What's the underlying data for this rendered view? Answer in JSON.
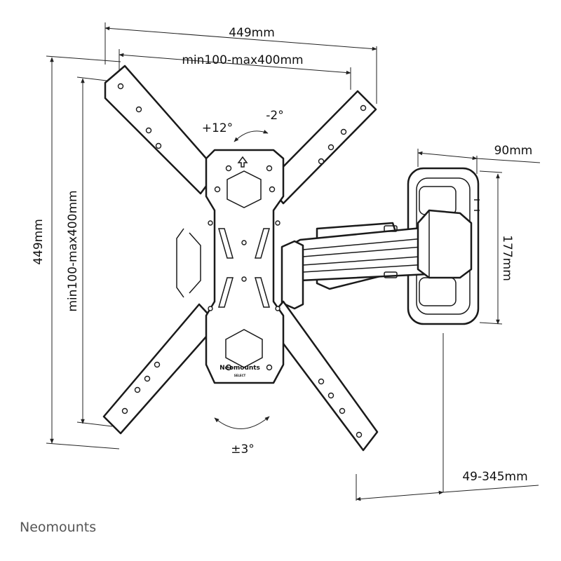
{
  "dimensions": {
    "overall_width": "449mm",
    "vesa_width": "min100-max400mm",
    "overall_height": "449mm",
    "vesa_height": "min100-max400mm",
    "wall_plate_width": "90mm",
    "wall_plate_height": "177mm",
    "wall_distance": "49-345mm"
  },
  "angles": {
    "tilt_up": "+12°",
    "tilt_down": "-2°",
    "rotation": "±3°"
  },
  "plate_logo": {
    "brand": "Neomounts",
    "line": "SELECT"
  },
  "footer": {
    "brand": "Neomounts"
  },
  "colors": {
    "line": "#1a1a1a",
    "brand_text": "#555555"
  }
}
